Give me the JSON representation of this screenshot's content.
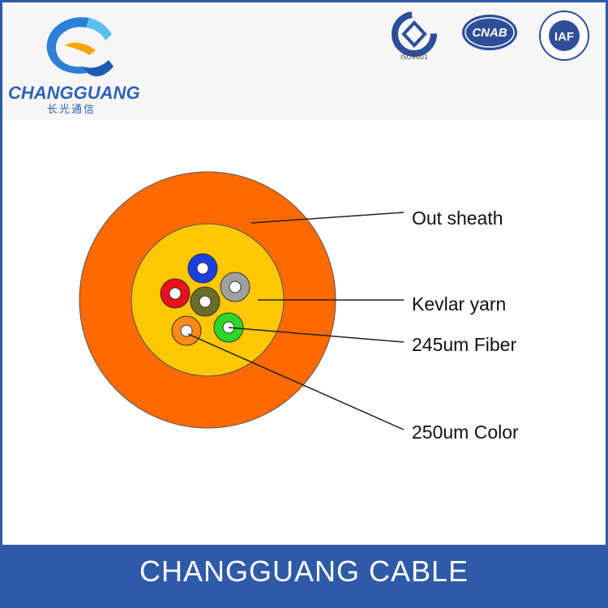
{
  "brand": {
    "name": "CHANGGUANG",
    "subtitle": "长光通信"
  },
  "certifications": {
    "iso_text": "ISO9001",
    "cnab_text": "CNAB",
    "iaf_text": "IAF"
  },
  "diagram": {
    "labels": {
      "out_sheath": "Out sheath",
      "kevlar_yarn": "Kevlar yarn",
      "fiber": "245um Fiber",
      "color": "250um Color"
    },
    "colors": {
      "sheath": "#ff6a00",
      "kevlar": "#ffc800",
      "fibers": [
        "#1a3fe0",
        "#a0a0a0",
        "#e8101a",
        "#6b6b2a",
        "#ff8a1a",
        "#2ad82a"
      ]
    }
  },
  "footer": {
    "title": "CHANGGUANG CABLE"
  }
}
